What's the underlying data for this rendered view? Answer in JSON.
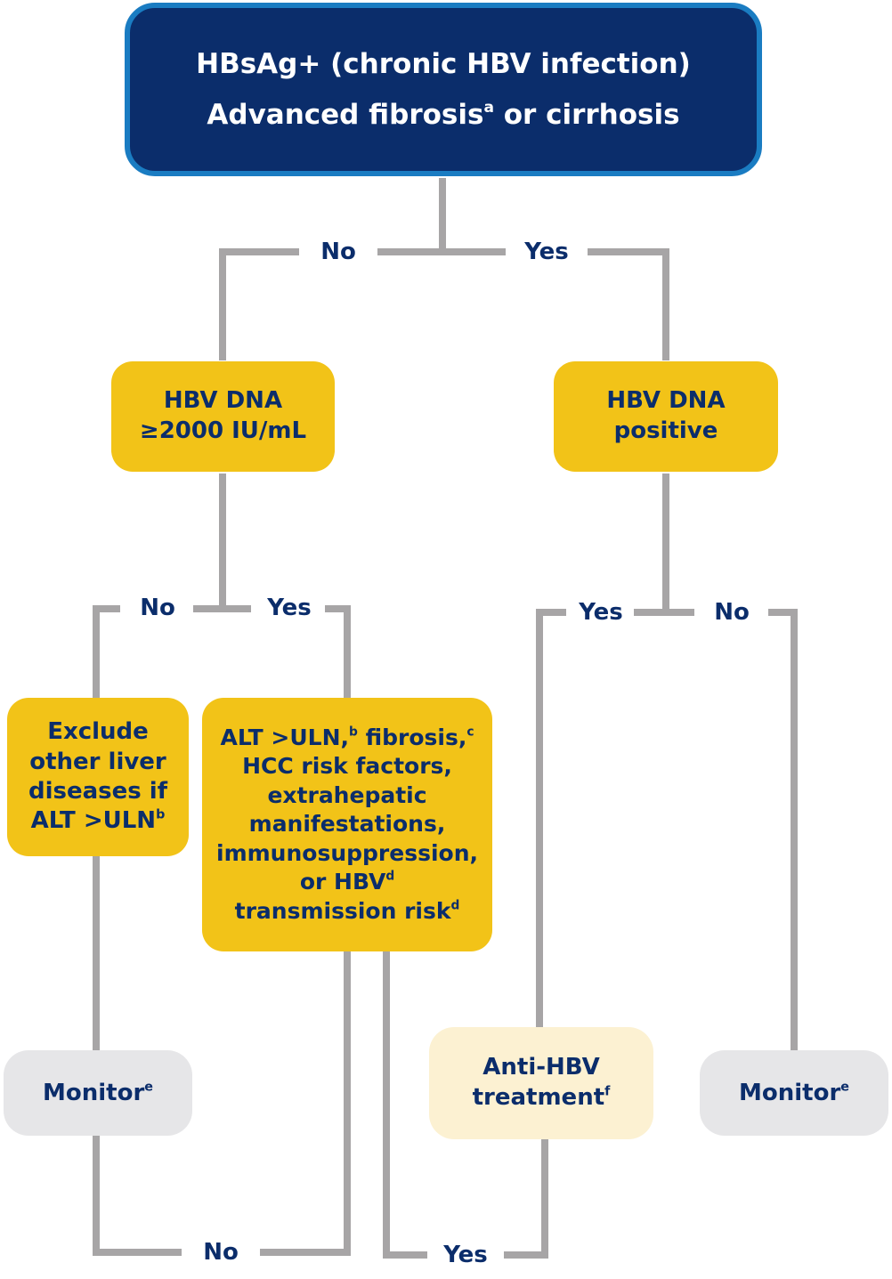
{
  "colors": {
    "navy": "#0b2d6b",
    "blue_border": "#1a7cc2",
    "yellow": "#f2c318",
    "gray": "#e6e6e8",
    "cream": "#fcf1d2",
    "connector": "#a7a5a6"
  },
  "top": {
    "line1": "HBsAg+ (chronic HBV infection)",
    "line2_main": "Advanced fibrosis",
    "line2_sup": "a",
    "line2_rest": " or cirrhosis"
  },
  "labels": {
    "no": "No",
    "yes": "Yes"
  },
  "hbv_high": {
    "line1": "HBV DNA",
    "line2": "≥2000 IU/mL"
  },
  "hbv_pos": {
    "line1": "HBV DNA",
    "line2": "positive"
  },
  "exclude": {
    "line1": "Exclude",
    "line2": "other liver",
    "line3": "diseases if",
    "line4": "ALT >ULN",
    "line4_sup": "b"
  },
  "criteria": {
    "l1_a": "ALT >ULN,",
    "l1_sup1": "b",
    "l1_b": " fibrosis,",
    "l1_sup2": "c",
    "l2": "HCC risk factors,",
    "l3": "extrahepatic",
    "l4": "manifestations,",
    "l5": "immunosuppression,",
    "l6": "or HBV",
    "l6_sup": "d",
    "l7": "transmission risk",
    "l7_sup": "d"
  },
  "monitor": {
    "text": "Monitor",
    "sup": "e"
  },
  "treatment": {
    "line1": "Anti-HBV",
    "line2": "treatment",
    "line2_sup": "f"
  }
}
